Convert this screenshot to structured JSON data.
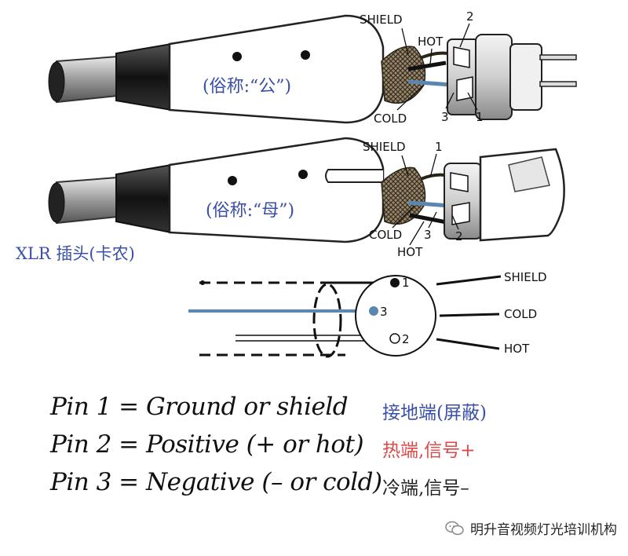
{
  "male_connector": {
    "nickname": "(俗称:“公”)",
    "labels": {
      "shield": "SHIELD",
      "hot": "HOT",
      "cold": "COLD",
      "pin2": "2",
      "pin3": "3",
      "pin1": "1"
    }
  },
  "female_connector": {
    "nickname": "(俗称:“母”)",
    "labels": {
      "shield": "SHIELD",
      "cold": "COLD",
      "hot": "HOT",
      "pin1": "1",
      "pin3": "3",
      "pin2": "2"
    }
  },
  "xlr_caption": "XLR 插头(卡农)",
  "schematic": {
    "pin1": "1",
    "pin3": "3",
    "pin2": "2",
    "shield": "SHIELD",
    "cold": "COLD",
    "hot": "HOT"
  },
  "pin_defs": [
    {
      "en": "Pin 1 = Ground or shield",
      "cn": "接地端(屏蔽)",
      "cn_color": "#3a4fa8"
    },
    {
      "en": "Pin 2 = Positive (+ or hot)",
      "cn": "热端,信号+",
      "cn_color": "#e04848"
    },
    {
      "en": "Pin 3 = Negative (– or cold)",
      "cn": "冷端,信号–",
      "cn_color": "#222222"
    }
  ],
  "watermark": "明升音视频灯光培训机构",
  "colors": {
    "blue_text": "#3a4fa8",
    "hot_red": "#e04848",
    "signal_blue": "#5b86b0"
  }
}
